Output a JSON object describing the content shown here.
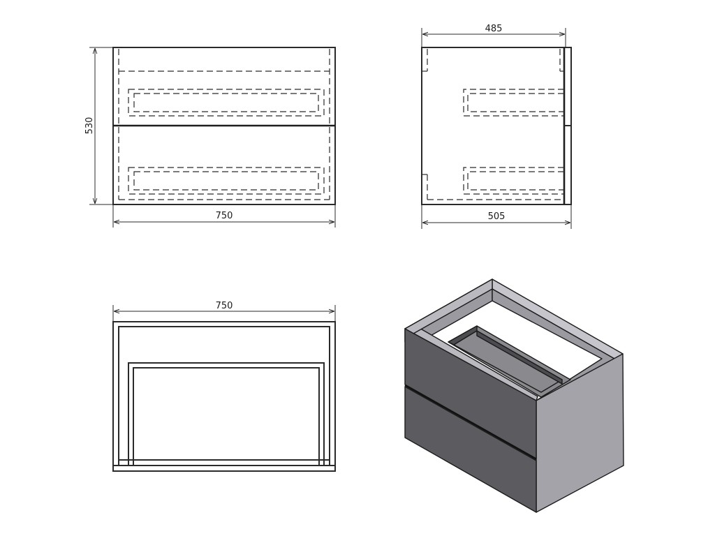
{
  "dimensions": {
    "front_height": "530",
    "front_width": "750",
    "side_depth_top": "485",
    "side_depth_bottom": "505",
    "top_width": "750"
  },
  "colors": {
    "line": "#2a2a2a",
    "front_panel": "#5b5b60",
    "side_panel": "#a3a3a9",
    "interior_back": "#9a9aa0",
    "interior_rim": "#c5c5cb",
    "drawer_box": "#8a8a8e",
    "drawer_box_dark": "#4c4c50",
    "top_edge": "#b9b9bf"
  }
}
